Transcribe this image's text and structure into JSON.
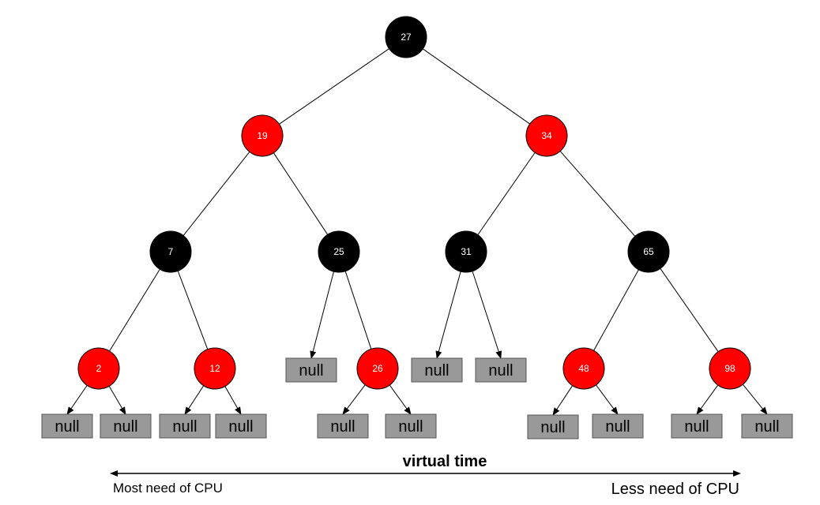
{
  "tree": {
    "colors": {
      "red": "#ff0000",
      "black": "#000000",
      "null_fill": "#999999",
      "edge": "#000000"
    },
    "nodes": [
      {
        "id": "n27",
        "label": "27",
        "color": "black"
      },
      {
        "id": "n19",
        "label": "19",
        "color": "red",
        "parent": "n27"
      },
      {
        "id": "n34",
        "label": "34",
        "color": "red",
        "parent": "n27"
      },
      {
        "id": "n7",
        "label": "7",
        "color": "black",
        "parent": "n19"
      },
      {
        "id": "n25",
        "label": "25",
        "color": "black",
        "parent": "n19"
      },
      {
        "id": "n31",
        "label": "31",
        "color": "black",
        "parent": "n34"
      },
      {
        "id": "n65",
        "label": "65",
        "color": "black",
        "parent": "n34"
      },
      {
        "id": "n2",
        "label": "2",
        "color": "red",
        "parent": "n7"
      },
      {
        "id": "n12",
        "label": "12",
        "color": "red",
        "parent": "n7"
      },
      {
        "id": "n26",
        "label": "26",
        "color": "red",
        "parent": "n25"
      },
      {
        "id": "n48",
        "label": "48",
        "color": "red",
        "parent": "n65"
      },
      {
        "id": "n98",
        "label": "98",
        "color": "red",
        "parent": "n65"
      }
    ],
    "null_label": "null",
    "nulls": [
      {
        "id": "z1",
        "parent": "n2"
      },
      {
        "id": "z2",
        "parent": "n2"
      },
      {
        "id": "z3",
        "parent": "n12"
      },
      {
        "id": "z4",
        "parent": "n12"
      },
      {
        "id": "z5",
        "parent": "n25"
      },
      {
        "id": "z6",
        "parent": "n26"
      },
      {
        "id": "z7",
        "parent": "n26"
      },
      {
        "id": "z8",
        "parent": "n31"
      },
      {
        "id": "z9",
        "parent": "n31"
      },
      {
        "id": "z10",
        "parent": "n48"
      },
      {
        "id": "z11",
        "parent": "n48"
      },
      {
        "id": "z12",
        "parent": "n98"
      },
      {
        "id": "z13",
        "parent": "n98"
      }
    ]
  },
  "axis": {
    "title": "virtual time",
    "left_label": "Most need of CPU",
    "right_label": "Less need of CPU"
  }
}
